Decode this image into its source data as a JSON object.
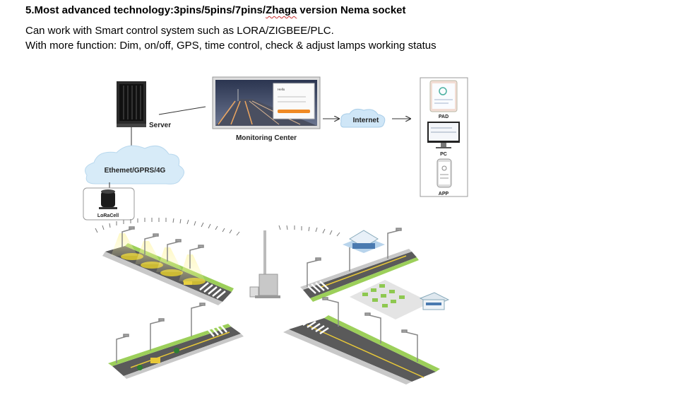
{
  "heading": {
    "prefix": "5.Most advanced technology:3pins/5pins/7pins/",
    "underlined": "Zhaga",
    "suffix": " version Nema socket"
  },
  "description": {
    "line1": "Can work with Smart control system such as LORA/ZIGBEE/PLC.",
    "line2": "With more function: Dim, on/off, GPS, time control, check & adjust lamps working status"
  },
  "diagram": {
    "server_label": "Server",
    "monitoring_label": "Monitoring Center",
    "internet_label": "Internet",
    "network_label": "Ethemet/GPRS/4G",
    "device_label": "LoRaCell",
    "screen_text": "Hello",
    "clients": [
      {
        "label": "PAD",
        "icon": "tablet-icon"
      },
      {
        "label": "PC",
        "icon": "monitor-icon"
      },
      {
        "label": "APP",
        "icon": "phone-icon"
      }
    ]
  }
}
